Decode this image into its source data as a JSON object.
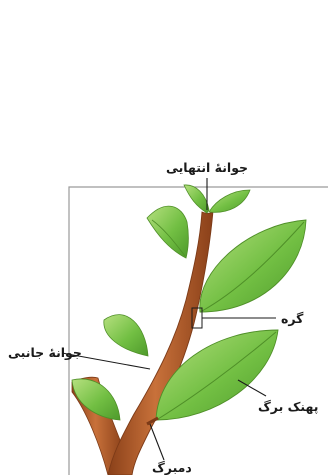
{
  "labels": {
    "terminal_bud": "جوانهٔ انتهایی",
    "node": "گره",
    "lateral_bud": "جوانهٔ جانبی",
    "leaf_blade": "پهنک برگ",
    "petiole": "دمبرگ"
  },
  "colors": {
    "frame": "#9a9a9a",
    "stem": "#b35a2a",
    "stem_dark": "#7c3a17",
    "leaf": "#72bf43",
    "leaf_light": "#b6e07f",
    "leaf_vein": "#4f8f28"
  }
}
